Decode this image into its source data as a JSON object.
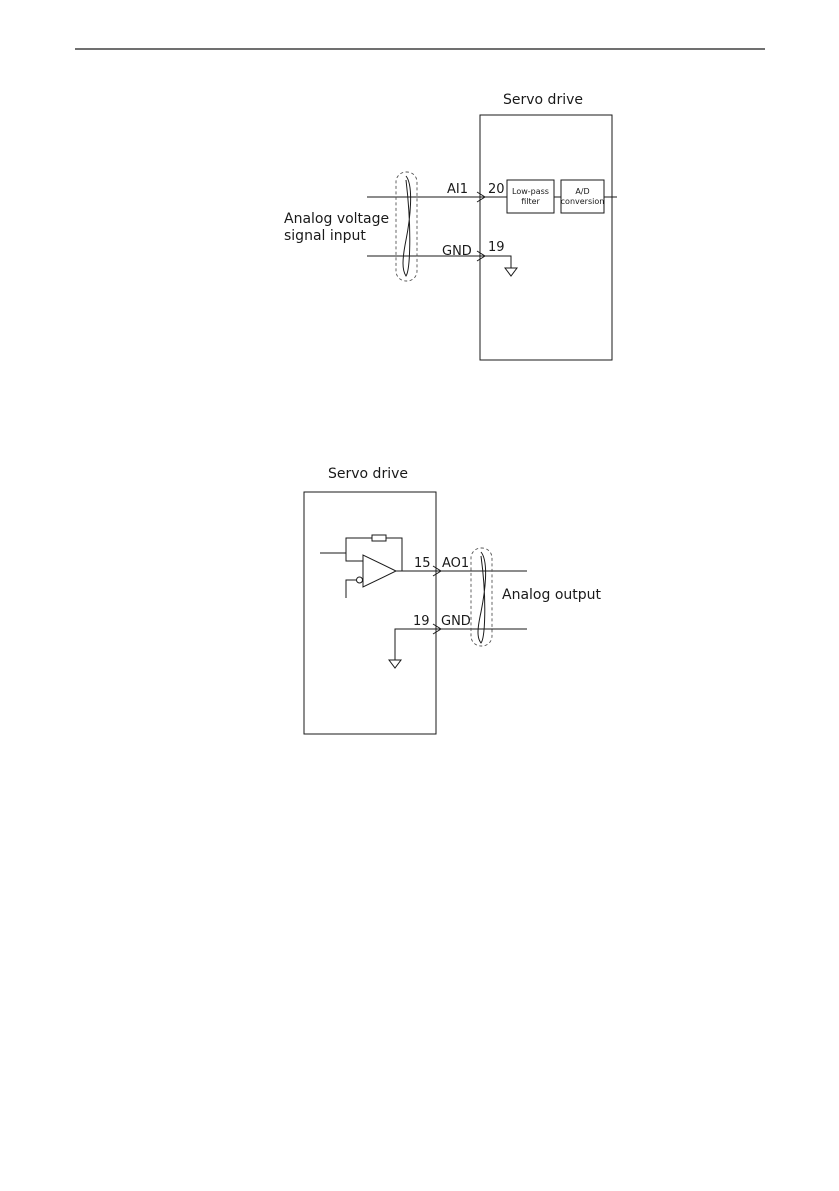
{
  "header_rule": true,
  "diagram_input": {
    "title": "Servo drive",
    "signal_label_line1": "Analog voltage",
    "signal_label_line2": "signal input",
    "terminals": [
      {
        "name": "AI1",
        "pin": "20"
      },
      {
        "name": "GND",
        "pin": "19"
      }
    ],
    "block_lowpass_line1": "Low-pass",
    "block_lowpass_line2": "filter",
    "block_ad_line1": "A/D",
    "block_ad_line2": "conversion"
  },
  "diagram_output": {
    "title": "Servo drive",
    "signal_label": "Analog output",
    "terminals": [
      {
        "name": "AO1",
        "pin": "15"
      },
      {
        "name": "GND",
        "pin": "19"
      }
    ]
  },
  "colors": {
    "line": "#1a1a1a",
    "shield": "#555555"
  }
}
